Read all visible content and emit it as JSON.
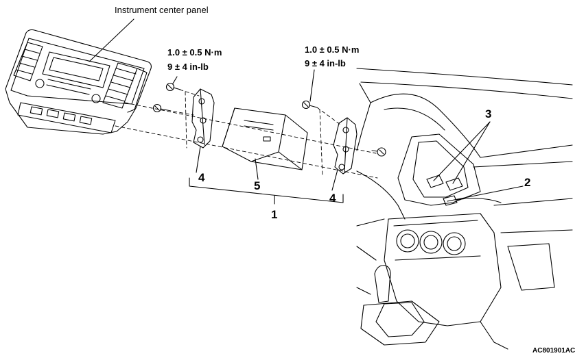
{
  "labels": {
    "instrument_panel": "Instrument center panel",
    "torque_left_line1": "1.0 ± 0.5 N·m",
    "torque_left_line2": "9 ± 4 in-lb",
    "torque_right_line1": "1.0 ± 0.5 N·m",
    "torque_right_line2": "9 ± 4 in-lb",
    "callout_1": "1",
    "callout_2": "2",
    "callout_3": "3",
    "callout_4_left": "4",
    "callout_4_right": "4",
    "callout_5": "5",
    "figure_code": "AC801901AC"
  }
}
